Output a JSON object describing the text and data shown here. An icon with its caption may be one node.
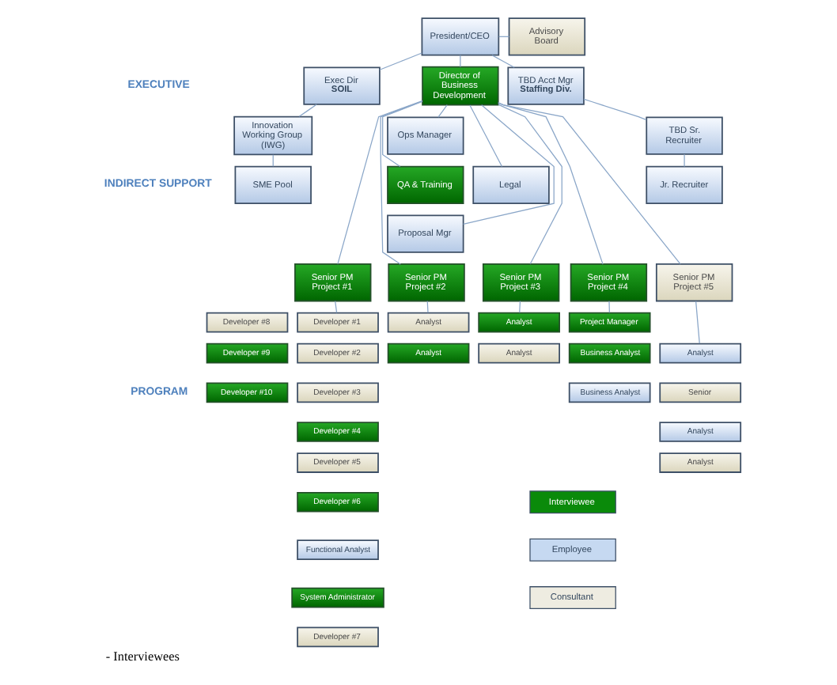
{
  "diagram": {
    "caption": "- Interviewees",
    "nodes": [
      {
        "text": [
          "President/CEO"
        ]
      },
      {
        "text": [
          "Advisory Board"
        ]
      },
      {
        "text": [
          "Exec Dir",
          "SOIL"
        ]
      },
      {
        "text": [
          "Director of Business Development"
        ]
      },
      {
        "text": [
          "TBD Acct Mgr",
          "Staffing Div."
        ]
      },
      {
        "text": [
          "Innovation Working Group (IWG)"
        ]
      },
      {
        "text": [
          "SME Pool"
        ]
      },
      {
        "text": [
          "Legal"
        ]
      },
      {
        "text": [
          "Ops Manager"
        ]
      },
      {
        "text": [
          "QA & Training"
        ]
      },
      {
        "text": [
          "Proposal Mgr"
        ]
      },
      {
        "text": [
          "TBD Sr. Recruiter"
        ]
      },
      {
        "text": [
          "Jr. Recruiter"
        ]
      },
      {
        "text": [
          "Senior PM Project #1"
        ]
      },
      {
        "text": [
          "Senior PM Project #2"
        ]
      },
      {
        "text": [
          "Senior PM Project #3"
        ]
      },
      {
        "text": [
          "Senior PM Project #4"
        ]
      },
      {
        "text": [
          "Senior PM Project #5"
        ]
      },
      {
        "text": [
          "Developer #8"
        ]
      },
      {
        "text": [
          "Developer #9"
        ]
      },
      {
        "text": [
          "Developer #10"
        ]
      },
      {
        "text": [
          "Developer #1"
        ]
      },
      {
        "text": [
          "Developer #2"
        ]
      },
      {
        "text": [
          "Developer #3"
        ]
      },
      {
        "text": [
          "Developer #4"
        ]
      },
      {
        "text": [
          "Developer #5"
        ]
      },
      {
        "text": [
          "Developer #6"
        ]
      },
      {
        "text": [
          "Functional Analyst"
        ]
      },
      {
        "text": [
          "System Administrator"
        ]
      },
      {
        "text": [
          "Developer #7"
        ]
      },
      {
        "text": [
          "Analyst"
        ]
      },
      {
        "text": [
          "Analyst"
        ]
      },
      {
        "text": [
          "Analyst"
        ]
      },
      {
        "text": [
          "Analyst"
        ]
      },
      {
        "text": [
          "Project Manager"
        ]
      },
      {
        "text": [
          "Business Analyst"
        ]
      },
      {
        "text": [
          "Business Analyst"
        ]
      },
      {
        "text": [
          "Analyst"
        ]
      },
      {
        "text": [
          "Senior"
        ]
      },
      {
        "text": [
          "Analyst"
        ]
      },
      {
        "text": [
          "Analyst"
        ]
      }
    ],
    "edges": [
      {
        "from": 0,
        "to": 1,
        "arrow": "none"
      },
      {
        "from": 0,
        "to": 2,
        "arrow": "none"
      },
      {
        "from": 0,
        "to": 3,
        "arrow": "none"
      },
      {
        "from": 0,
        "to": 4,
        "arrow": "none"
      },
      {
        "from": 2,
        "to": 5,
        "arrow": "none"
      },
      {
        "from": 5,
        "to": 6,
        "arrow": "none"
      },
      {
        "from": 3,
        "to": 7,
        "arrow": "none"
      },
      {
        "from": 3,
        "to": 8,
        "arrow": "none"
      },
      {
        "from": 3,
        "to": 9,
        "arrow": "none"
      },
      {
        "from": 3,
        "to": 10,
        "arrow": "none"
      },
      {
        "from": 4,
        "to": 11,
        "arrow": "none"
      },
      {
        "from": 11,
        "to": 12,
        "arrow": "none"
      },
      {
        "from": 3,
        "to": 13,
        "arrow": "none"
      },
      {
        "from": 3,
        "to": 14,
        "arrow": "none"
      },
      {
        "from": 3,
        "to": 15,
        "arrow": "none"
      },
      {
        "from": 3,
        "to": 16,
        "arrow": "none"
      },
      {
        "from": 3,
        "to": 17,
        "arrow": "none"
      },
      {
        "from": 13,
        "to": 21,
        "arrow": "none"
      },
      {
        "from": 14,
        "to": 30,
        "arrow": "none"
      },
      {
        "from": 15,
        "to": 32,
        "arrow": "none"
      },
      {
        "from": 16,
        "to": 34,
        "arrow": "none"
      },
      {
        "from": 17,
        "to": 37,
        "arrow": "none"
      }
    ],
    "labels": [
      "EXECUTIVE",
      "INDIRECT SUPPORT",
      "PROGRAM"
    ],
    "legend": [
      {
        "text": "Interviewee",
        "color": "#0a8a0a"
      },
      {
        "text": "Employee",
        "color": "#c6d9f1"
      },
      {
        "text": "Consultant",
        "color": "#eeece1"
      }
    ]
  }
}
